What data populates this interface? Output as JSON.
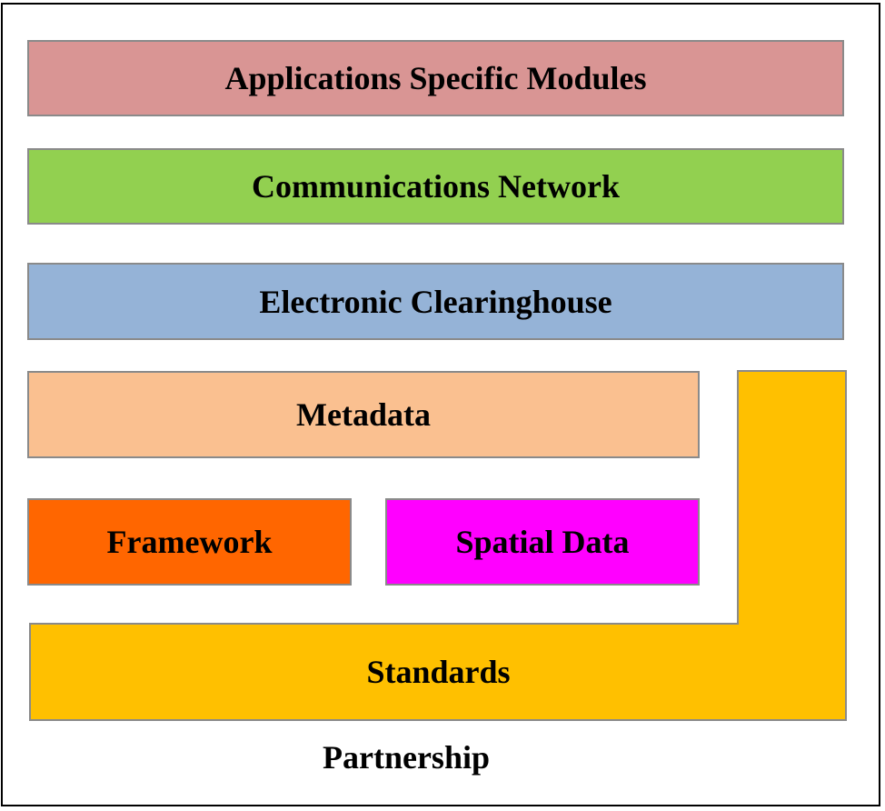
{
  "layers": {
    "applications": {
      "label": "Applications Specific Modules",
      "color": "#d99594"
    },
    "communications": {
      "label": "Communications Network",
      "color": "#92d050"
    },
    "clearinghouse": {
      "label": "Electronic Clearinghouse",
      "color": "#95b3d7"
    },
    "metadata": {
      "label": "Metadata",
      "color": "#fac090"
    },
    "framework": {
      "label": "Framework",
      "color": "#ff6600"
    },
    "spatial_data": {
      "label": "Spatial Data",
      "color": "#ff00ff"
    },
    "standards": {
      "label": "Standards",
      "color": "#ffc000"
    }
  },
  "footer": {
    "label": "Partnership"
  }
}
